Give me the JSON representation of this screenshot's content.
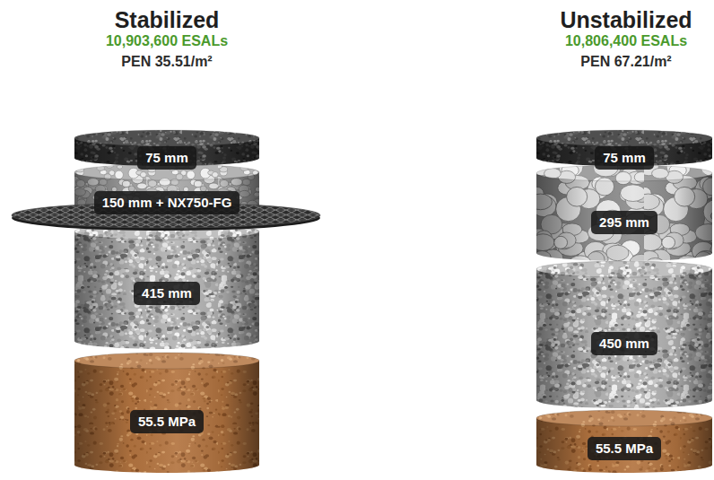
{
  "diagram": {
    "nodes": [
      {
        "text": [
          "75 mm"
        ]
      },
      {
        "text": [
          "150 mm + NX750-FG"
        ]
      },
      {
        "text": [
          "415 mm"
        ]
      },
      {
        "text": [
          "55.5 MPa"
        ]
      },
      {
        "text": [
          "75 mm"
        ]
      },
      {
        "text": [
          "295 mm"
        ]
      },
      {
        "text": [
          "450 mm"
        ]
      },
      {
        "text": [
          "55.5 MPa"
        ]
      }
    ],
    "labels": [
      "Stabilized",
      "10,903,600 ESALs",
      "PEN 35.51/m²",
      "Unstabilized",
      "10,806,400 ESALs",
      "PEN 67.21/m²"
    ]
  }
}
